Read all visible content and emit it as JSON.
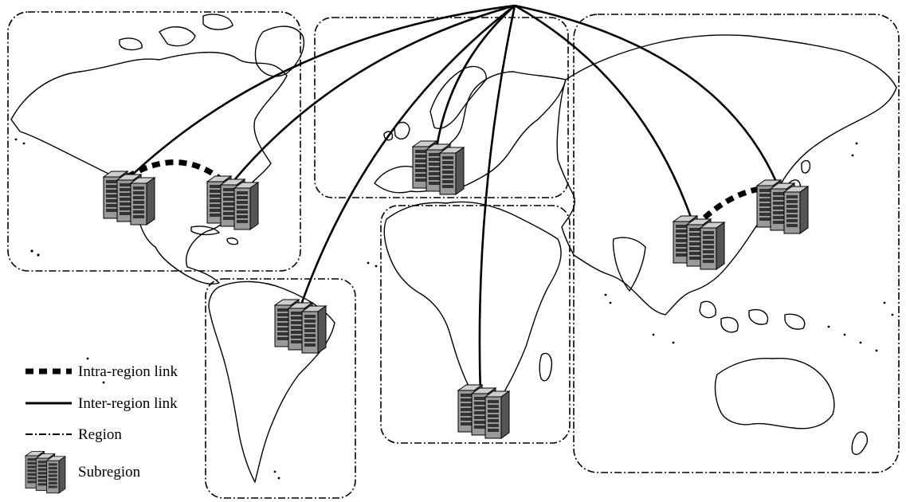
{
  "legend": {
    "intra_label": "Intra-region link",
    "inter_label": "Inter-region link",
    "region_label": "Region",
    "subregion_label": "Subregion",
    "subregion_icon": "server-rack-icon"
  },
  "colors": {
    "line": "#000000",
    "background": "#ffffff",
    "server_body": "#9a9a9a",
    "server_side": "#555555"
  }
}
